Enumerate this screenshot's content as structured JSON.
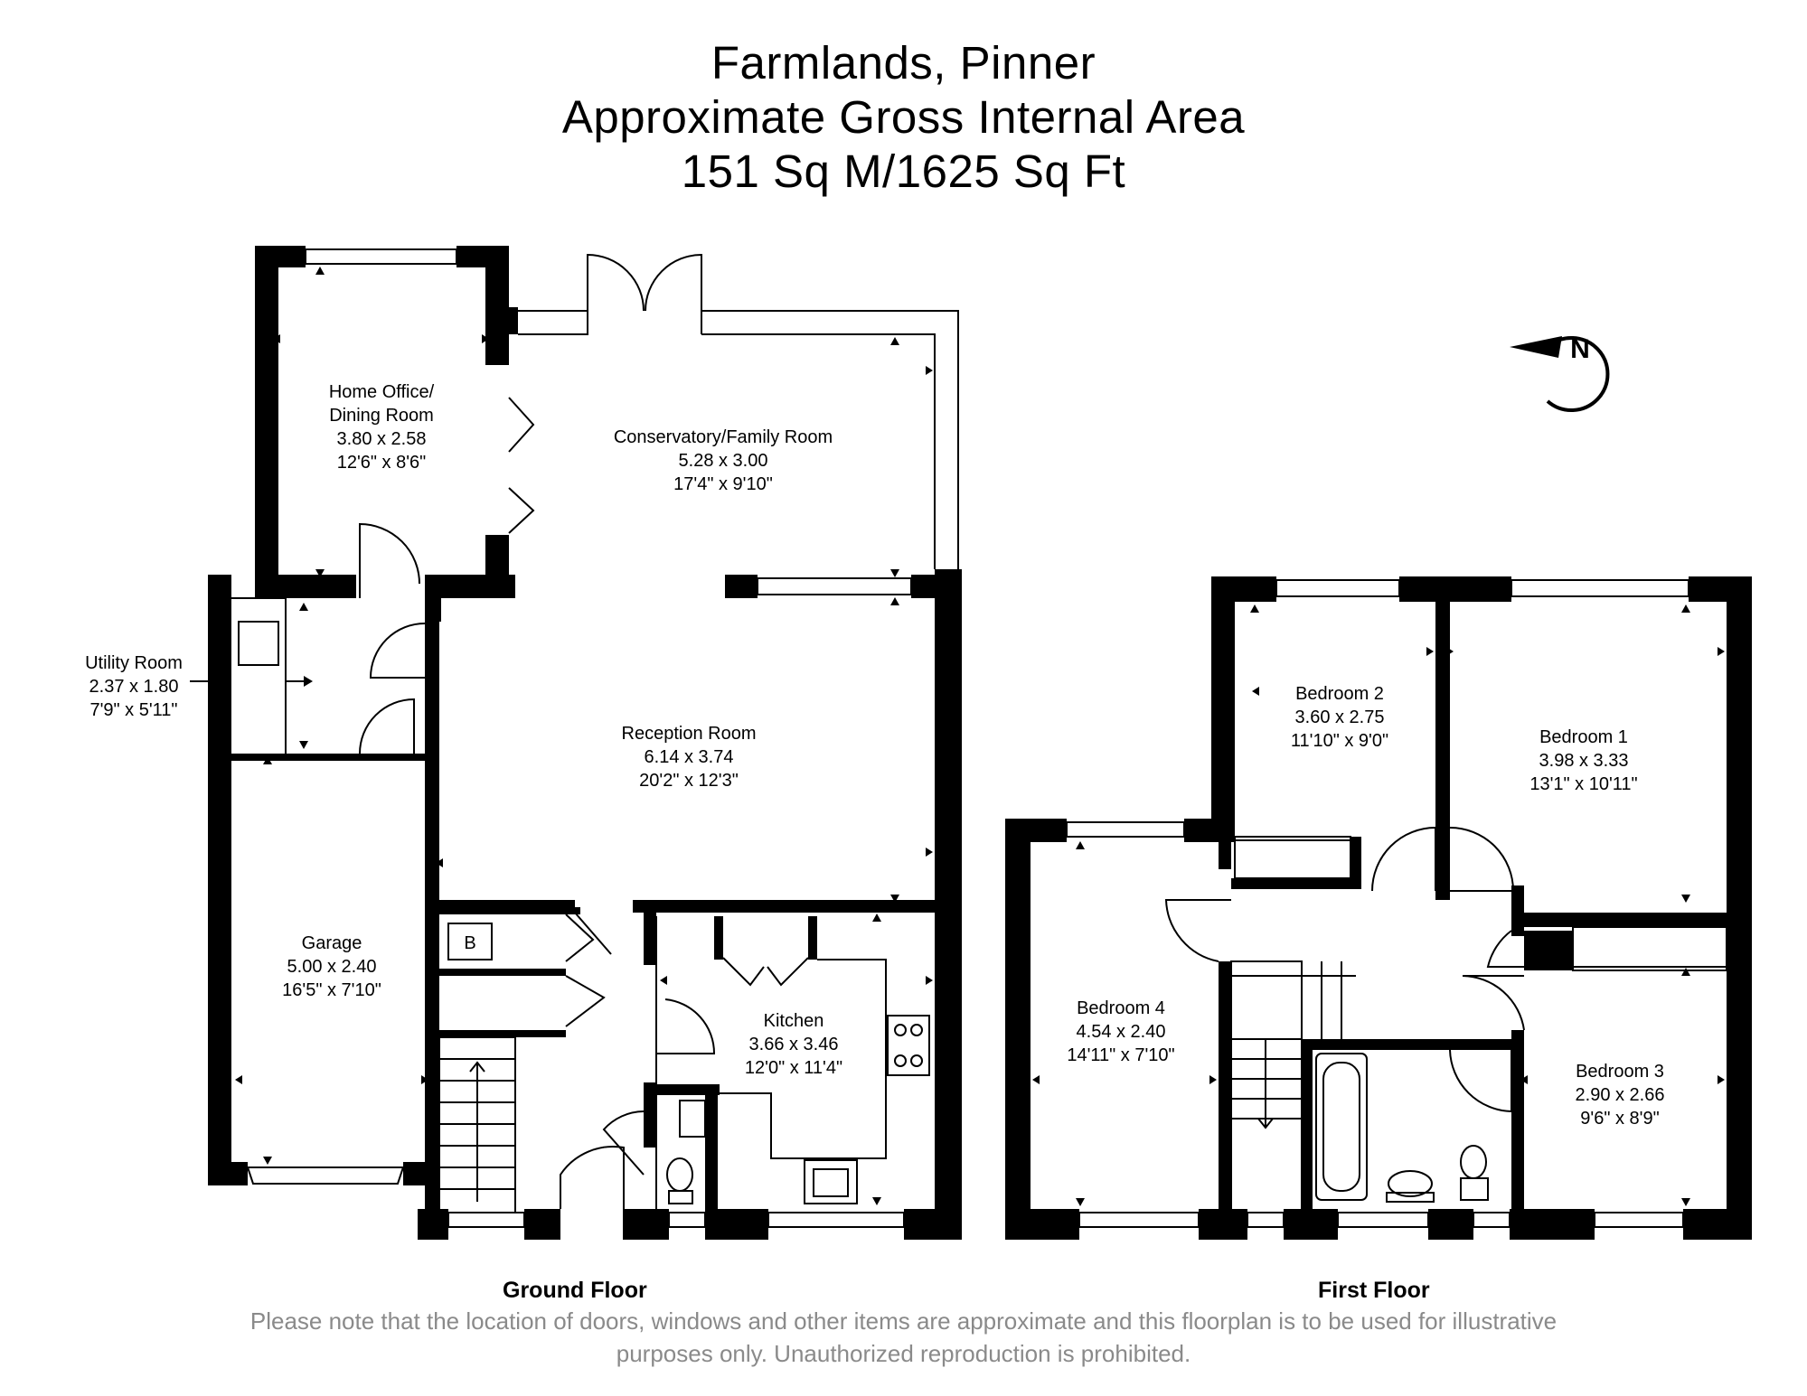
{
  "header": {
    "title": "Farmlands, Pinner",
    "subtitle": "Approximate Gross Internal Area",
    "area": "151 Sq M/1625 Sq Ft"
  },
  "compass": {
    "letter": "N"
  },
  "ground_floor": {
    "label": "Ground Floor",
    "rooms": {
      "home_office": {
        "name_line1": "Home Office/",
        "name_line2": "Dining Room",
        "metric": "3.80 x 2.58",
        "imperial": "12'6\" x 8'6\""
      },
      "conservatory": {
        "name": "Conservatory/Family Room",
        "metric": "5.28 x 3.00",
        "imperial": "17'4\" x 9'10\""
      },
      "utility": {
        "name": "Utility Room",
        "metric": "2.37 x 1.80",
        "imperial": "7'9\" x 5'11\""
      },
      "reception": {
        "name": "Reception Room",
        "metric": "6.14 x 3.74",
        "imperial": "20'2\" x 12'3\""
      },
      "garage": {
        "name": "Garage",
        "metric": "5.00 x 2.40",
        "imperial": "16'5\" x 7'10\""
      },
      "kitchen": {
        "name": "Kitchen",
        "metric": "3.66 x 3.46",
        "imperial": "12'0\" x 11'4\""
      },
      "boiler": {
        "name": "B"
      }
    }
  },
  "first_floor": {
    "label": "First Floor",
    "rooms": {
      "bedroom2": {
        "name": "Bedroom 2",
        "metric": "3.60 x 2.75",
        "imperial": "11'10\" x 9'0\""
      },
      "bedroom1": {
        "name": "Bedroom 1",
        "metric": "3.98 x 3.33",
        "imperial": "13'1\" x 10'11\""
      },
      "bedroom4": {
        "name": "Bedroom 4",
        "metric": "4.54 x 2.40",
        "imperial": "14'11\" x 7'10\""
      },
      "bedroom3": {
        "name": "Bedroom 3",
        "metric": "2.90 x 2.66",
        "imperial": "9'6\" x 8'9\""
      }
    }
  },
  "disclaimer": {
    "line1": "Please note that the location of doors, windows and other items are approximate and this floorplan is to be used for illustrative",
    "line2": "purposes only. Unauthorized reproduction is prohibited."
  }
}
